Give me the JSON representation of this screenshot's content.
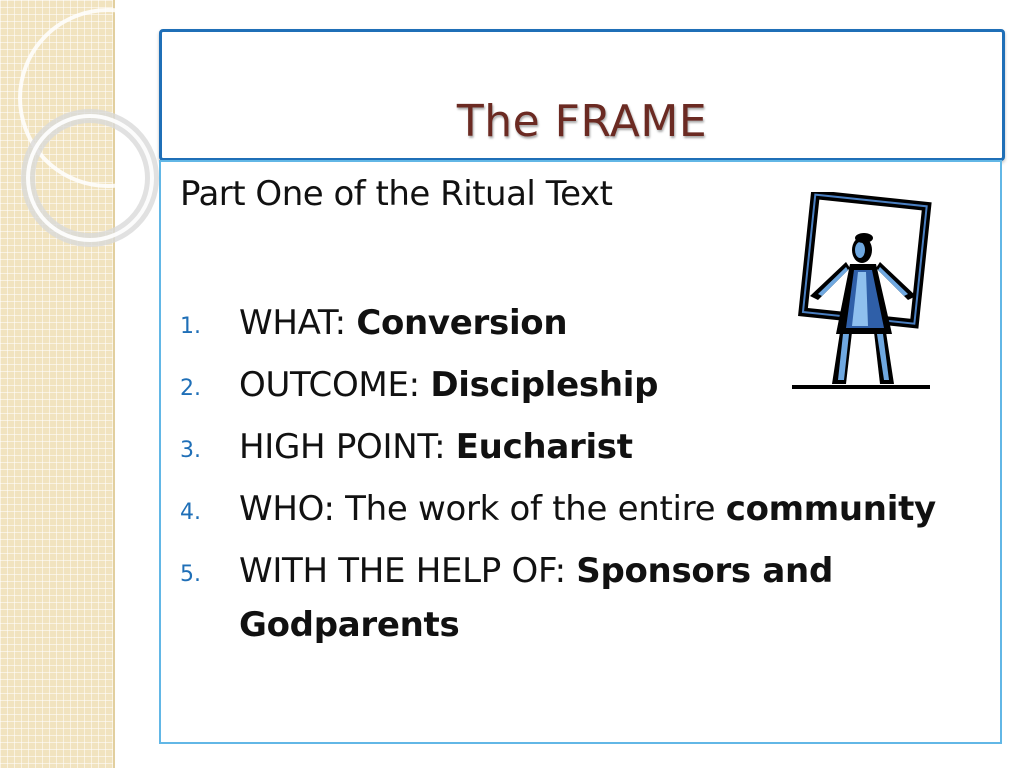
{
  "slide": {
    "title": "The FRAME",
    "subtitle": "Part One of the Ritual Text",
    "items": [
      {
        "number": "1.",
        "label": "WHAT:  ",
        "emphasis": "Conversion"
      },
      {
        "number": "2.",
        "label": "OUTCOME:  ",
        "emphasis": "Discipleship"
      },
      {
        "number": "3.",
        "label": "HIGH POINT: ",
        "emphasis": "Eucharist"
      },
      {
        "number": "4.",
        "label": "WHO: The work of the entire ",
        "emphasis": "community"
      },
      {
        "number": "5.",
        "label": "WITH THE HELP OF: ",
        "emphasis": "Sponsors and Godparents"
      }
    ],
    "clipart": "person-holding-frame"
  },
  "colors": {
    "title": "#6b2a22",
    "title_border": "#1f6fb7",
    "content_border": "#62b7e6",
    "number": "#1f6fb7",
    "strip": "#f1e3bf"
  }
}
